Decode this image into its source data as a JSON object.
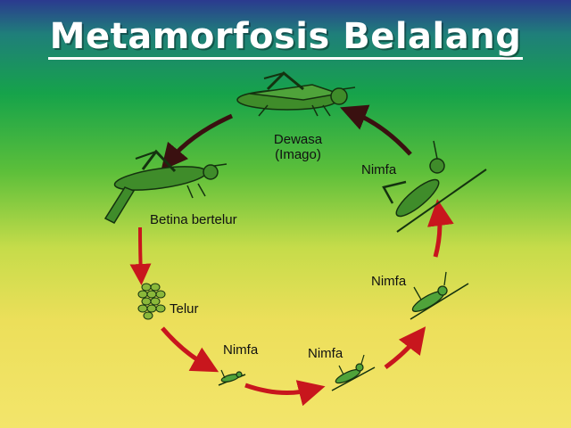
{
  "title": "Metamorfosis Belalang",
  "stages": {
    "adult_line1": "Dewasa",
    "adult_line2": "(Imago)",
    "female": "Betina bertelur",
    "eggs": "Telur",
    "nymph1": "Nimfa",
    "nymph2": "Nimfa",
    "nymph3": "Nimfa",
    "nymph4": "Nimfa"
  },
  "colors": {
    "arrow_red": "#c8161d",
    "arrow_dark": "#3a1010",
    "insect_green": "#3f8c2a",
    "insect_outline": "#14320f"
  }
}
